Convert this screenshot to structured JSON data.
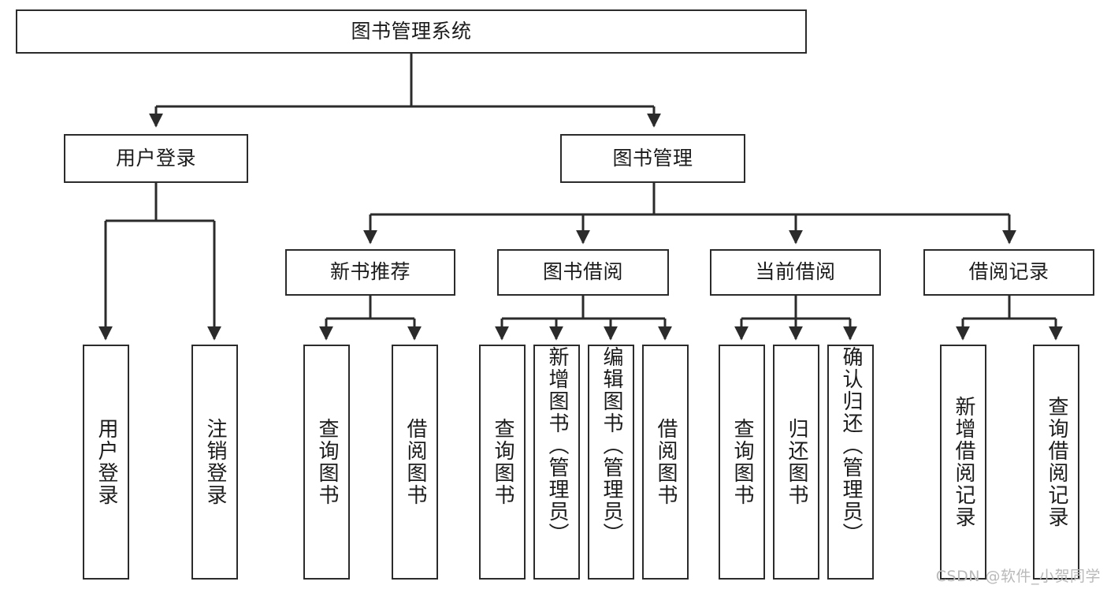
{
  "diagram": {
    "type": "tree",
    "title": "图书管理系统",
    "watermark": "CSDN @软件_小贺同学",
    "colors": {
      "box_border": "#2b2b2b",
      "box_fill": "#ffffff",
      "connector": "#2b2b2b",
      "text": "#1b1b1b",
      "watermark": "#b9b9b9"
    },
    "root": {
      "label": "图书管理系统"
    },
    "level2": [
      {
        "label": "用户登录"
      },
      {
        "label": "图书管理"
      }
    ],
    "level3": [
      {
        "label": "新书推荐"
      },
      {
        "label": "图书借阅"
      },
      {
        "label": "当前借阅"
      },
      {
        "label": "借阅记录"
      }
    ],
    "leaves": {
      "user_login": [
        {
          "label": "用户登录"
        },
        {
          "label": "注销登录"
        }
      ],
      "new_book_recommend": [
        {
          "label": "查询图书"
        },
        {
          "label": "借阅图书"
        }
      ],
      "book_borrow": [
        {
          "label": "查询图书"
        },
        {
          "label": "新增图书（管理员）"
        },
        {
          "label": "编辑图书（管理员）"
        },
        {
          "label": "借阅图书"
        }
      ],
      "current_borrow": [
        {
          "label": "查询图书"
        },
        {
          "label": "归还图书"
        },
        {
          "label": "确认归还（管理员）"
        }
      ],
      "borrow_record": [
        {
          "label": "新增借阅记录"
        },
        {
          "label": "查询借阅记录"
        }
      ]
    }
  }
}
